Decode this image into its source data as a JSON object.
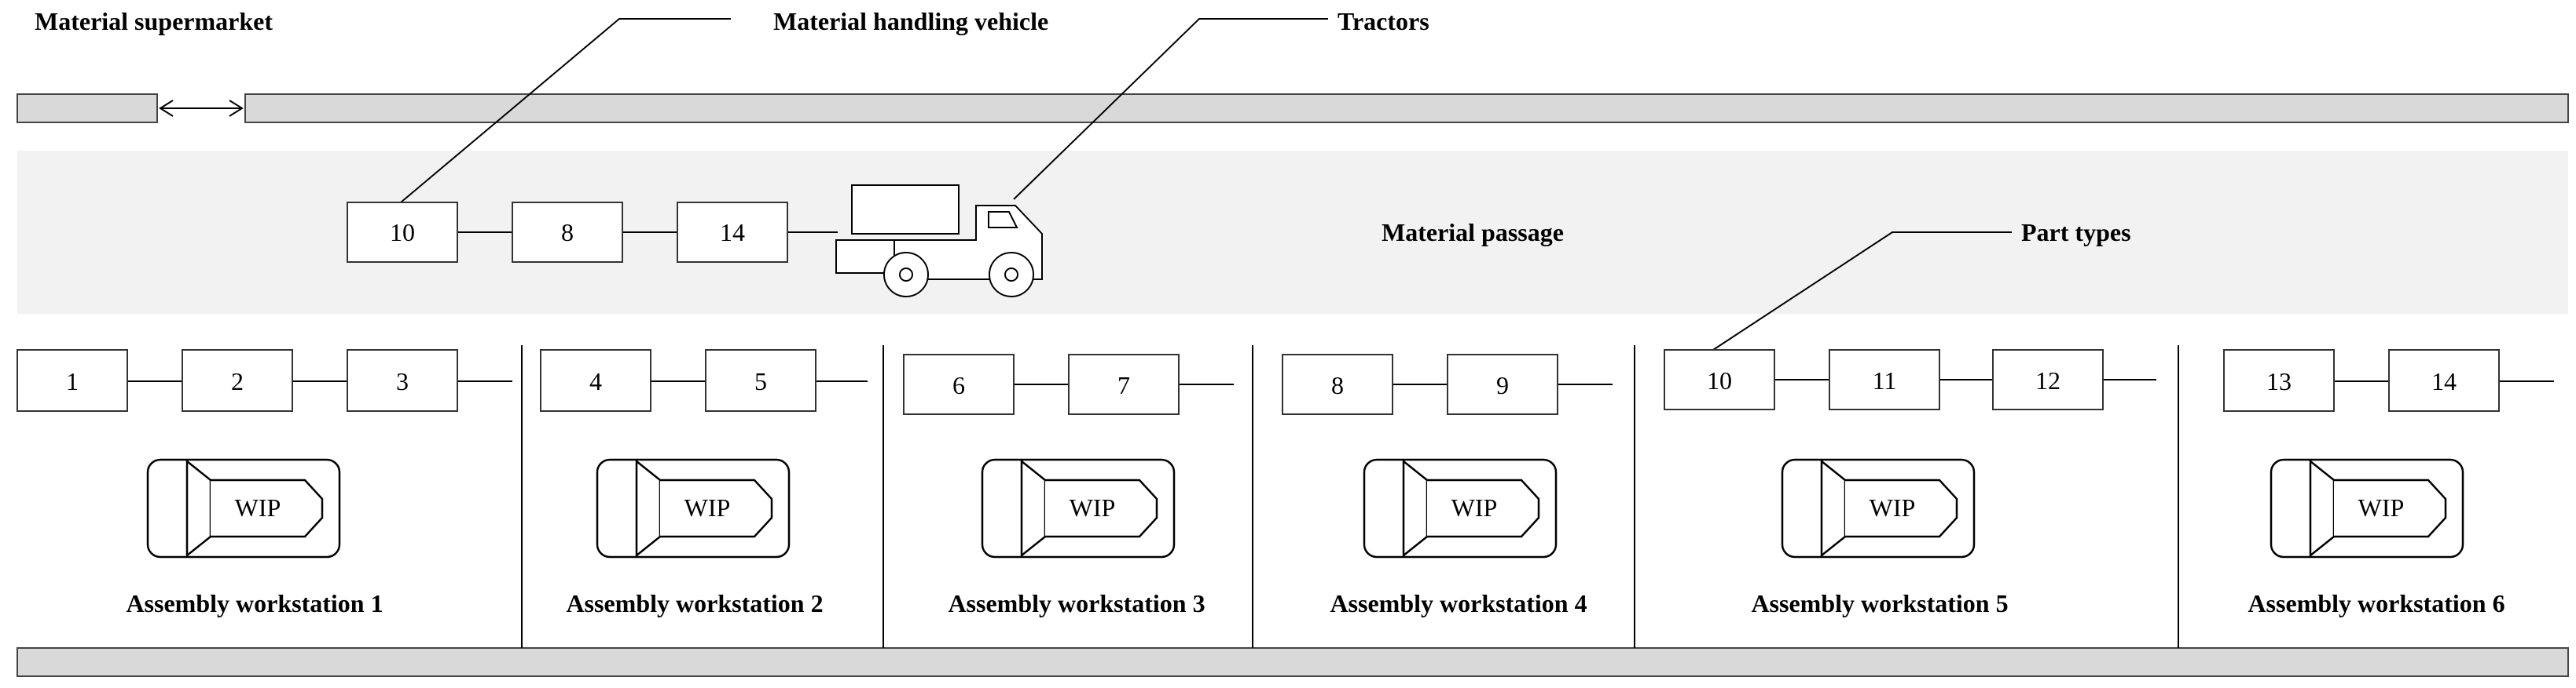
{
  "labels": {
    "supermarket": "Material supermarket",
    "handling_vehicle": "Material handling vehicle",
    "tractors": "Tractors",
    "passage": "Material passage",
    "part_types": "Part types"
  },
  "vehicle_carts": [
    "10",
    "8",
    "14"
  ],
  "wip_label": "WIP",
  "workstations": [
    {
      "name": "Assembly workstation 1",
      "parts": [
        "1",
        "2",
        "3"
      ]
    },
    {
      "name": "Assembly workstation 2",
      "parts": [
        "4",
        "5"
      ]
    },
    {
      "name": "Assembly workstation 3",
      "parts": [
        "6",
        "7"
      ]
    },
    {
      "name": "Assembly workstation 4",
      "parts": [
        "8",
        "9"
      ]
    },
    {
      "name": "Assembly workstation 5",
      "parts": [
        "10",
        "11",
        "12"
      ]
    },
    {
      "name": "Assembly workstation 6",
      "parts": [
        "13",
        "14"
      ]
    }
  ],
  "colors": {
    "passage_fill": "#f2f2f2",
    "bar_fill": "#d9d9d9",
    "stroke": "#333333"
  }
}
